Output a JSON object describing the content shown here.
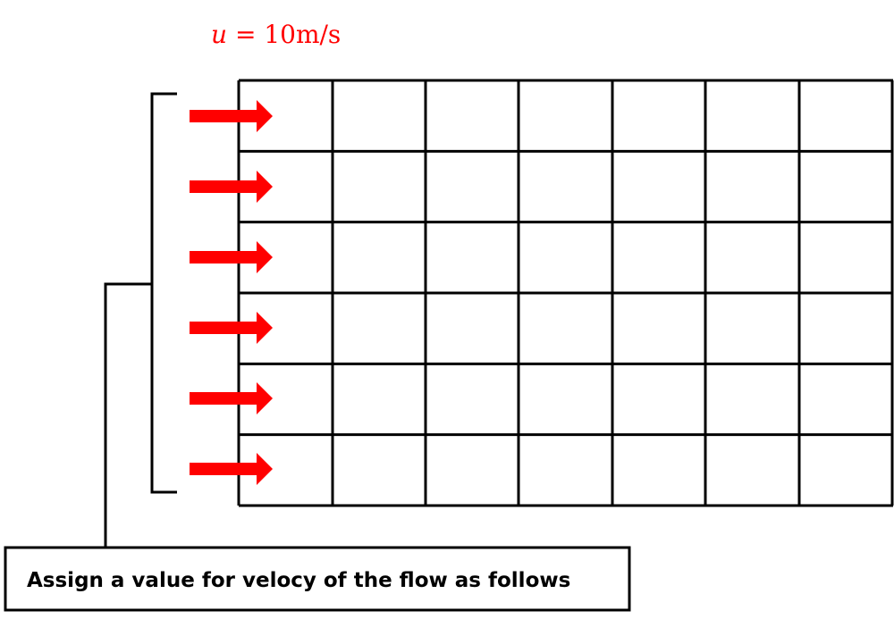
{
  "velocity": {
    "variable": "u",
    "equals": " = ",
    "value": "10m/s"
  },
  "grid": {
    "rows": 6,
    "cols": 7
  },
  "arrows": {
    "count": 6
  },
  "callout": {
    "text": "Assign a value for velocy of the flow as follows"
  },
  "colors": {
    "arrow": "#ff0000",
    "velocity_text": "#ff0000",
    "lines": "#000000"
  }
}
